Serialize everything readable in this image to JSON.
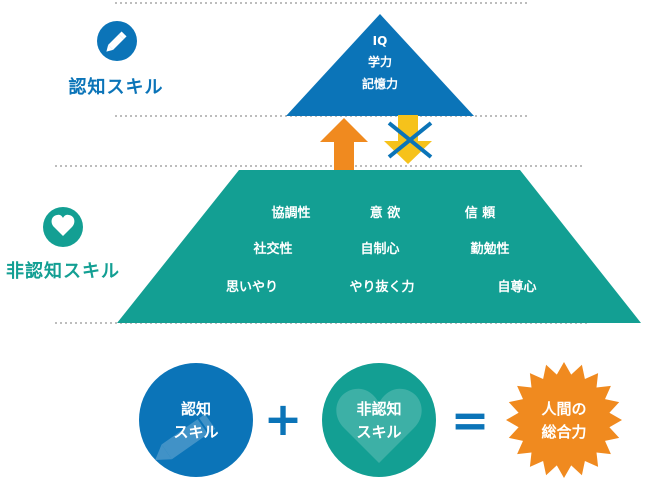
{
  "cognitive": {
    "label": "認知スキル",
    "icon": "pencil-icon",
    "triangle_lines": [
      "IQ",
      "学力",
      "記憶力"
    ],
    "color": "#0b74b8"
  },
  "non_cognitive": {
    "label": "非認知スキル",
    "icon": "heart-icon",
    "color": "#139f93",
    "items_row1": [
      "協調性",
      "意 欲",
      "信 頼"
    ],
    "items_row2": [
      "社交性",
      "自制心",
      "勤勉性"
    ],
    "items_row3": [
      "思いやり",
      "やり抜く力",
      "自尊心"
    ]
  },
  "arrows": {
    "up_color": "#f08a1f",
    "down_color": "#f6c21b",
    "cross_color": "#0b74b8"
  },
  "formula": {
    "circle1_lines": [
      "認知",
      "スキル"
    ],
    "plus": "+",
    "circle2_lines": [
      "非認知",
      "スキル"
    ],
    "equals": "=",
    "burst_lines": [
      "人間の",
      "総合力"
    ],
    "burst_color": "#f08a1f"
  }
}
